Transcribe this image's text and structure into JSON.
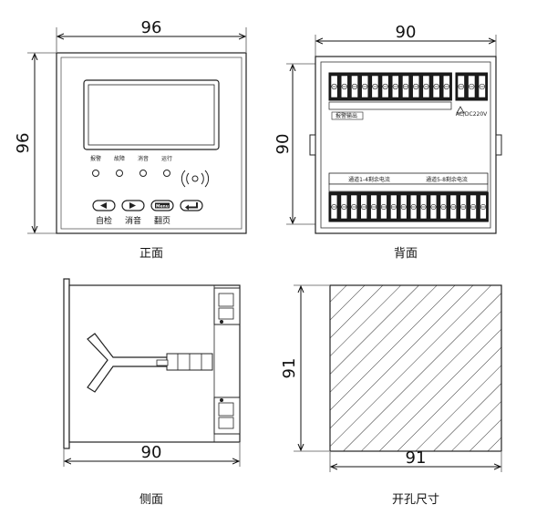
{
  "front": {
    "width_dim": "96",
    "height_dim": "96",
    "caption": "正面",
    "led_labels": [
      "报警",
      "故障",
      "消音",
      "运行"
    ],
    "button_labels": [
      "自检",
      "消音",
      "翻页"
    ],
    "menu_key": "Menu"
  },
  "back": {
    "width_dim": "90",
    "height_dim": "90",
    "caption": "背面",
    "top_strip_label": "报警输出",
    "top_right_label": "AC/DC220V",
    "bottom_strip_left": "通道1-4剩余电流",
    "bottom_strip_right": "通道5-8剩余电流"
  },
  "side": {
    "width_dim": "90",
    "caption": "侧面"
  },
  "cutout": {
    "width_dim": "91",
    "height_dim": "91",
    "caption": "开孔尺寸"
  }
}
